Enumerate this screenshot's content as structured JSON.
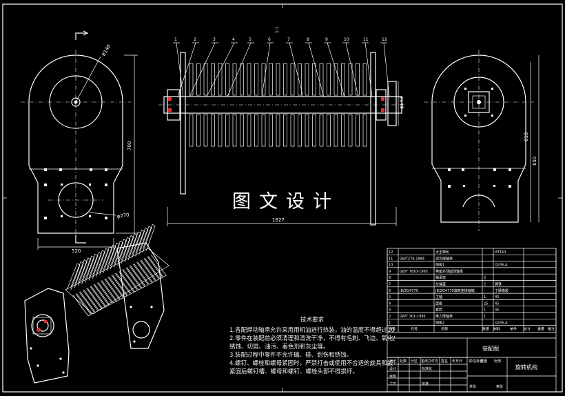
{
  "watermark": "图文设计",
  "dimensions": {
    "left_radius": "R140",
    "left_height": "700",
    "left_hole": "φ270",
    "left_width": "520",
    "front_length": "1627",
    "front_shaft_dia": "φ140",
    "front_top": "1:1",
    "right_h1": "610",
    "right_h2": "650"
  },
  "part_numbers": [
    "1",
    "2",
    "3",
    "4",
    "5",
    "6",
    "7",
    "8",
    "9",
    "10",
    "11",
    "12"
  ],
  "tech_notes": {
    "title": "技术要求",
    "lines": [
      "1.各配焊动轴承允许采用用机油进行热装，油的温度不得超过100℃。",
      "2.零件在装配前必须清理和清洗干净，不得有毛刺、飞边、氧化皮、",
      "  锈蚀、切屑、油污、着色剂和灰尘等。",
      "3.装配过程中零件不允许磕、碰、划伤和锈蚀。",
      "4.螺钉、螺栓和螺母紧固时，严禁打击或使用不合适的旋具和扳手。",
      "  紧固后螺钉槽、螺母和螺钉、螺栓头部不得损坏。"
    ]
  },
  "bom_rows": [
    {
      "no": "12",
      "code": "",
      "name": "大王带轮",
      "qty": "",
      "mat": "HT150"
    },
    {
      "no": "11",
      "code": "GB/T276-1994",
      "name": "深沟球轴承",
      "qty": "",
      "mat": ""
    },
    {
      "no": "10",
      "code": "",
      "name": "侧板1",
      "qty": "",
      "mat": "Q235-A"
    },
    {
      "no": "9",
      "code": "GB/T 7810-1995",
      "name": "带座外球面球轴承",
      "qty": "",
      "mat": ""
    },
    {
      "no": "8",
      "code": "",
      "name": "轴承座",
      "qty": "2",
      "mat": ""
    },
    {
      "no": "7",
      "code": "",
      "name": "左端盖",
      "qty": "2",
      "mat": "铸铁"
    },
    {
      "no": "6",
      "code": "JB/ZQ4779",
      "name": "JB/ZQ4779滚筒连接轴端",
      "qty": "",
      "mat": "丁腈橡胶"
    },
    {
      "no": "5",
      "code": "",
      "name": "主轴",
      "qty": "1",
      "mat": "45"
    },
    {
      "no": "4",
      "code": "",
      "name": "齿板",
      "qty": "25",
      "mat": "45"
    },
    {
      "no": "3",
      "code": "",
      "name": "套筒",
      "qty": "1",
      "mat": "45"
    },
    {
      "no": "2",
      "code": "GB/T 301-1995",
      "name": "推力球轴承",
      "qty": "1",
      "mat": ""
    },
    {
      "no": "1",
      "code": "",
      "name": "侧板2",
      "qty": "",
      "mat": "Q235-A"
    }
  ],
  "bom_header": [
    "序号",
    "代号",
    "名称",
    "数量",
    "材料",
    "单件",
    "总计",
    "重量",
    "备注"
  ],
  "title_block": {
    "drawing_name": "装配图",
    "part_name": "旋转机构",
    "labels": [
      "标记",
      "处数",
      "分区",
      "更改文件号",
      "签名",
      "年月日",
      "设计",
      "标准化",
      "阶段标记",
      "重量",
      "比例",
      "审核",
      "工艺",
      "批准",
      "共张",
      "第张"
    ]
  }
}
